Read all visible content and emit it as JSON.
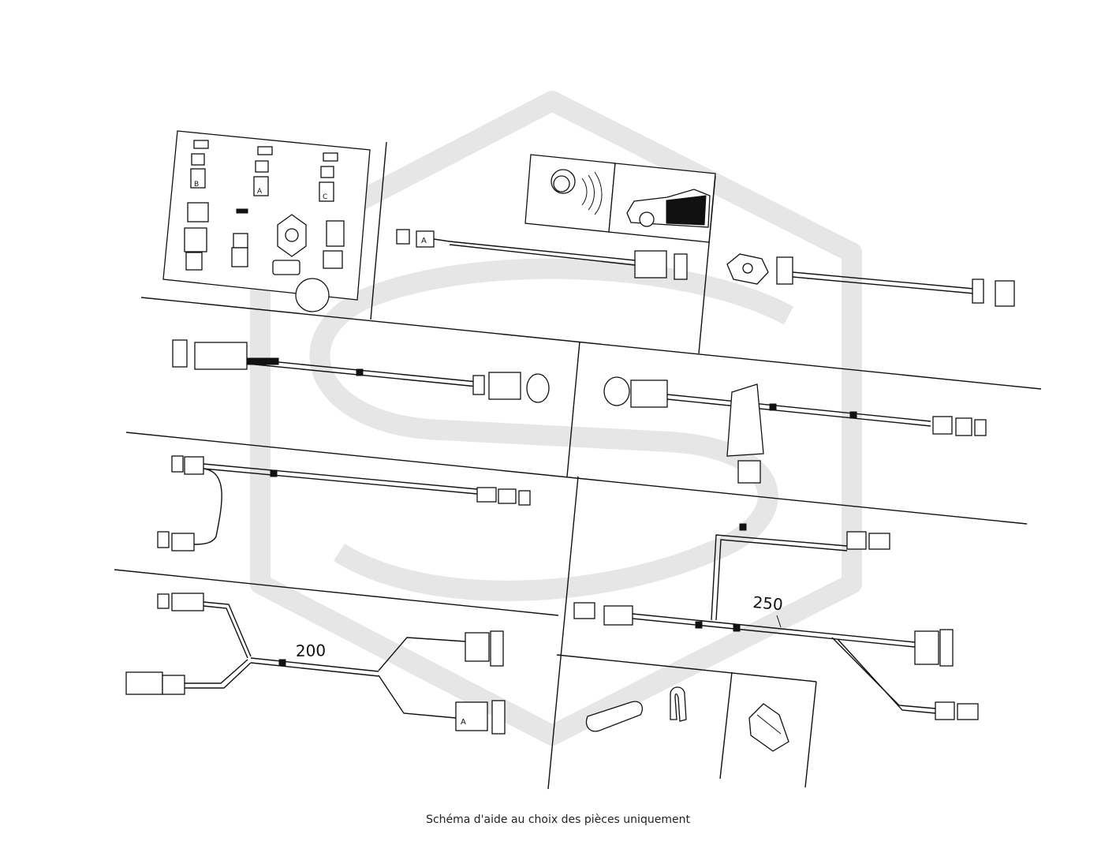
{
  "diagram": {
    "callouts": [
      {
        "id": "harness-200",
        "label": "200"
      },
      {
        "id": "harness-250",
        "label": "250"
      }
    ],
    "connector_letters": {
      "top_left_1": "B",
      "top_left_2": "A",
      "top_left_3": "C",
      "harness_top": "A",
      "harness_200_lower": "A"
    }
  },
  "footer": {
    "note": "Schéma d'aide au choix des pièces uniquement"
  },
  "colors": {
    "line": "#111111",
    "watermark": "#e6e6e6",
    "background": "#ffffff"
  }
}
